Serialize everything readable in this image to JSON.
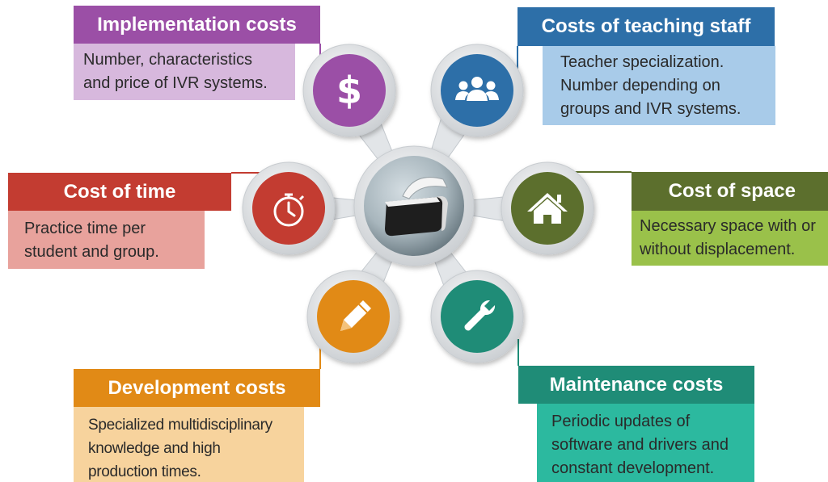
{
  "hub": {
    "icon": "vr-headset-icon"
  },
  "nodes": {
    "implementation": {
      "title": "Implementation costs",
      "description": "Number, characteristics\nand price of IVR systems.",
      "icon": "dollar-icon",
      "color": "#9b4fa6"
    },
    "teaching_staff": {
      "title": "Costs of teaching staff",
      "description": "Teacher specialization.\nNumber depending on\ngroups and IVR systems.",
      "icon": "people-group-icon",
      "color": "#2d6fa8"
    },
    "time": {
      "title": "Cost of time",
      "description": "Practice time per\nstudent and group.",
      "icon": "stopwatch-icon",
      "color": "#c33c31"
    },
    "space": {
      "title": "Cost of space",
      "description": "Necessary space with or\nwithout displacement.",
      "icon": "house-icon",
      "color": "#5c6f2d"
    },
    "development": {
      "title": "Development costs",
      "description": "Specialized multidisciplinary\nknowledge and high\nproduction times.",
      "icon": "pencil-icon",
      "color": "#e18a16"
    },
    "maintenance": {
      "title": "Maintenance costs",
      "description": "Periodic updates of\nsoftware and drivers and\nconstant development.",
      "icon": "wrench-icon",
      "color": "#1f8c77"
    }
  }
}
